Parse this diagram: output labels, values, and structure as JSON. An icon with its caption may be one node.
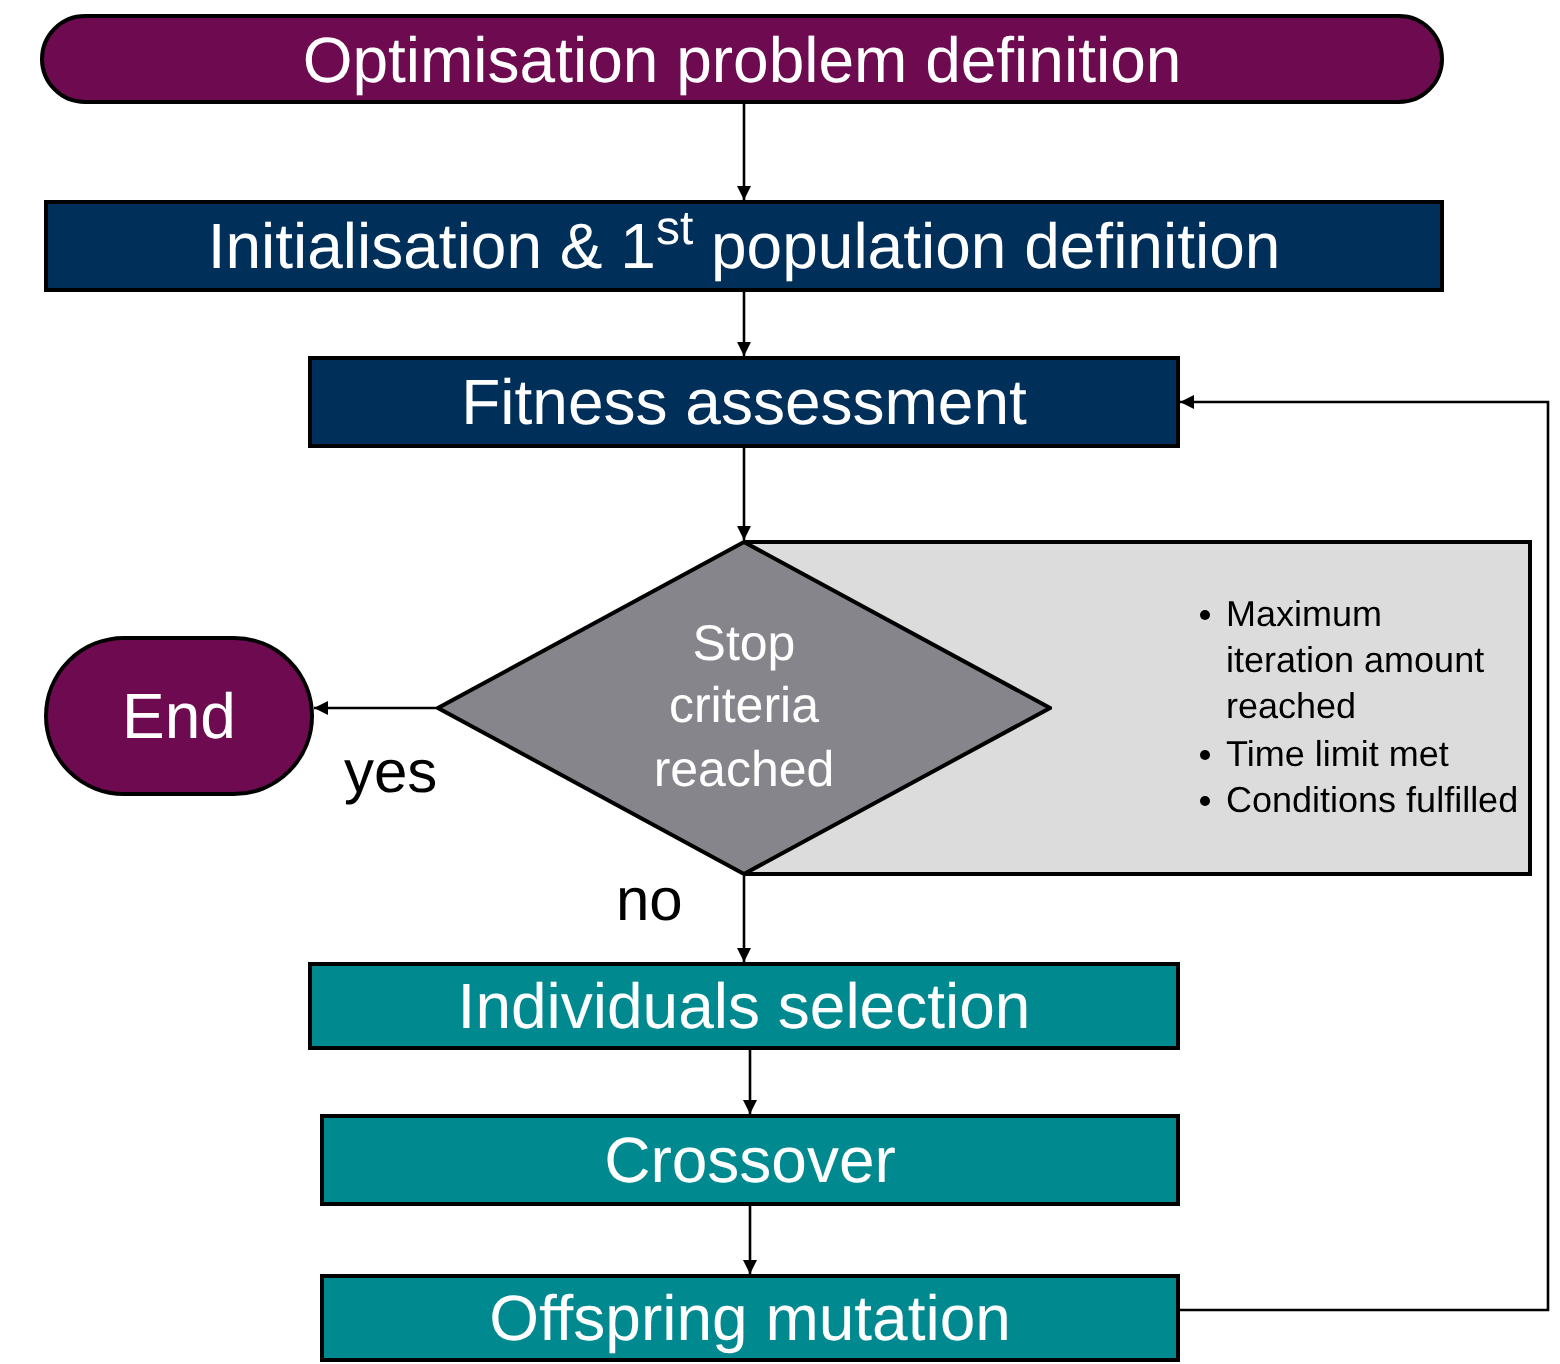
{
  "diagram": {
    "nodes": [
      {
        "text": [
          "Optimisation problem definition"
        ]
      },
      {
        "text": [
          "Initialisation & 1$^{st}$ population definition"
        ]
      },
      {
        "text": [
          "Fitness assessment"
        ]
      },
      {
        "text": [
          "Stop criteria reached"
        ]
      },
      {
        "text": [
          "End"
        ]
      },
      {
        "text": [
          "Maximum iteration amount reached",
          "Time limit met",
          "Conditions fulfilled"
        ]
      },
      {
        "text": [
          "Individuals selection"
        ]
      },
      {
        "text": [
          "Crossover"
        ]
      },
      {
        "text": [
          "Offspring mutation"
        ]
      }
    ],
    "edges": [
      {
        "from": 0,
        "to": 1,
        "arrow": "to"
      },
      {
        "from": 1,
        "to": 2,
        "arrow": "to"
      },
      {
        "from": 2,
        "to": 3,
        "arrow": "to"
      },
      {
        "from": 3,
        "to": 4,
        "arrow": "to",
        "label": "yes"
      },
      {
        "from": 3,
        "to": 6,
        "arrow": "to",
        "label": "no"
      },
      {
        "from": 6,
        "to": 7,
        "arrow": "to"
      },
      {
        "from": 7,
        "to": 8,
        "arrow": "to"
      },
      {
        "from": 8,
        "to": 2,
        "arrow": "to"
      }
    ]
  }
}
